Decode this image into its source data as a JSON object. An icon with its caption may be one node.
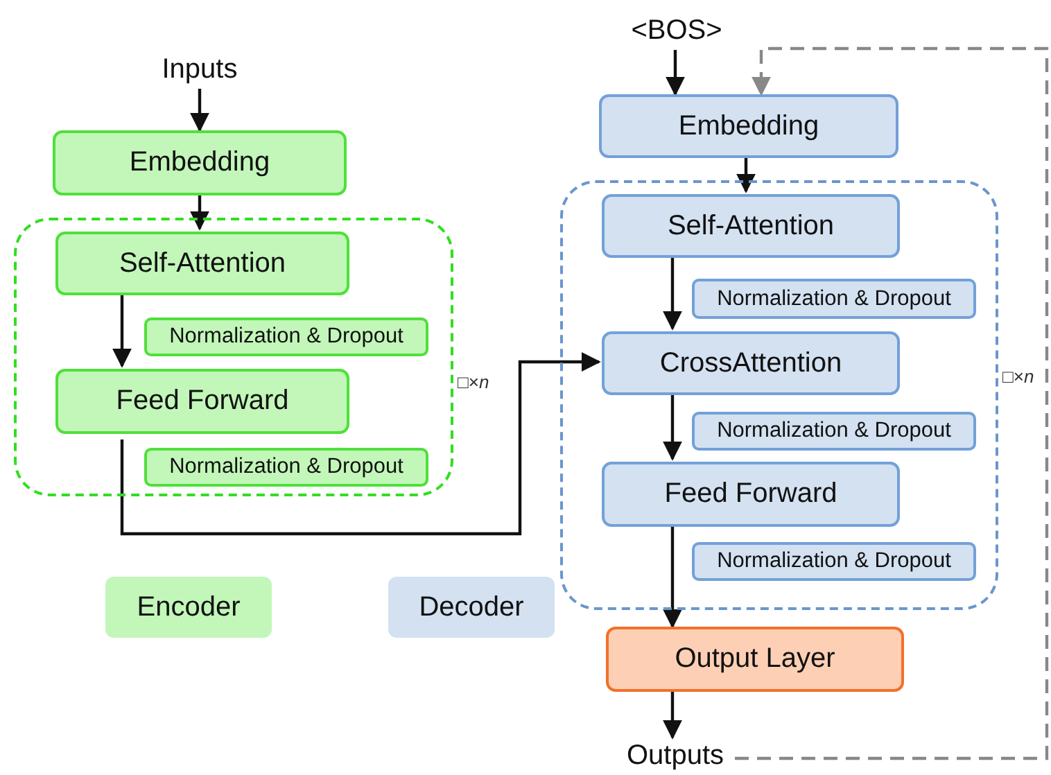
{
  "diagram": {
    "nodes": [
      {
        "text": [
          "Inputs"
        ]
      },
      {
        "text": [
          "Embedding"
        ]
      },
      {
        "text": [],
        "shape": "box",
        "beside": [
          "□×*n*"
        ]
      },
      {
        "text": [
          "Self-Attention"
        ],
        "in": 2
      },
      {
        "text": [
          "Normalization & Dropout"
        ],
        "in": 2
      },
      {
        "text": [
          "Feed Forward"
        ],
        "in": 2
      },
      {
        "text": [
          "Normalization & Dropout"
        ],
        "in": 2
      },
      {
        "text": [
          "<BOS>"
        ]
      },
      {
        "text": [
          "Embedding"
        ]
      },
      {
        "text": [],
        "shape": "box",
        "beside": [
          "□×*n*"
        ]
      },
      {
        "text": [
          "Self-Attention"
        ],
        "in": 9
      },
      {
        "text": [
          "Normalization & Dropout"
        ],
        "in": 9
      },
      {
        "text": [
          "CrossAttention"
        ],
        "in": 9
      },
      {
        "text": [
          "Normalization & Dropout"
        ],
        "in": 9
      },
      {
        "text": [
          "Feed Forward"
        ],
        "in": 9
      },
      {
        "text": [
          "Normalization & Dropout"
        ],
        "in": 9
      },
      {
        "text": [
          "Output Layer"
        ]
      },
      {
        "text": [
          "Outputs"
        ]
      }
    ],
    "edges": [
      {
        "from": 0,
        "to": 1,
        "arrow": "to"
      },
      {
        "from": 1,
        "to": 3,
        "arrow": "to"
      },
      {
        "from": 3,
        "to": 5,
        "arrow": "to"
      },
      {
        "from": 5,
        "to": 12,
        "arrow": "to"
      },
      {
        "from": 7,
        "to": 8,
        "arrow": "to"
      },
      {
        "from": 8,
        "to": 10,
        "arrow": "to"
      },
      {
        "from": 10,
        "to": 12,
        "arrow": "to"
      },
      {
        "from": 12,
        "to": 14,
        "arrow": "to"
      },
      {
        "from": 14,
        "to": 16,
        "arrow": "to"
      },
      {
        "from": 16,
        "to": 17,
        "arrow": "to"
      },
      {
        "from": 17,
        "to": 8,
        "arrow": "to",
        "style": "dashed",
        "color": "#888888"
      }
    ],
    "legend": [
      {
        "text": "Encoder",
        "color": "#c2f7b9"
      },
      {
        "text": "Decoder",
        "color": "#d3e1f1"
      }
    ]
  }
}
